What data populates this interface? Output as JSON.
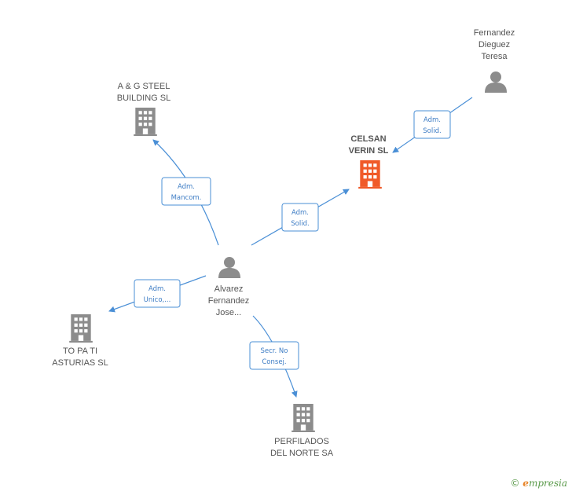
{
  "colors": {
    "node_default": "#8c8c8c",
    "node_focus": "#f05a28",
    "edge": "#4a8fd6",
    "label": "#555555"
  },
  "nodes": [
    {
      "id": "fernandez",
      "type": "person",
      "lines": [
        "Fernandez",
        "Dieguez",
        "Teresa"
      ],
      "icon": "person-icon",
      "focus": false
    },
    {
      "id": "celsan",
      "type": "company",
      "lines": [
        "CELSAN",
        "VERIN SL"
      ],
      "icon": "building-icon",
      "focus": true
    },
    {
      "id": "agsteel",
      "type": "company",
      "lines": [
        "A & G STEEL",
        "BUILDING SL"
      ],
      "icon": "building-icon",
      "focus": false
    },
    {
      "id": "alvarez",
      "type": "person",
      "lines": [
        "Alvarez",
        "Fernandez",
        "Jose..."
      ],
      "icon": "person-icon",
      "focus": false
    },
    {
      "id": "topati",
      "type": "company",
      "lines": [
        "TO PA TI",
        "ASTURIAS SL"
      ],
      "icon": "building-icon",
      "focus": false
    },
    {
      "id": "perfilados",
      "type": "company",
      "lines": [
        "PERFILADOS",
        "DEL NORTE SA"
      ],
      "icon": "building-icon",
      "focus": false
    }
  ],
  "edges": [
    {
      "from": "fernandez",
      "to": "celsan",
      "label": [
        "Adm.",
        "Solid."
      ]
    },
    {
      "from": "alvarez",
      "to": "agsteel",
      "label": [
        "Adm.",
        "Mancom."
      ]
    },
    {
      "from": "alvarez",
      "to": "celsan",
      "label": [
        "Adm.",
        "Solid."
      ]
    },
    {
      "from": "alvarez",
      "to": "topati",
      "label": [
        "Adm.",
        "Unico,..."
      ]
    },
    {
      "from": "alvarez",
      "to": "perfilados",
      "label": [
        "Secr. No",
        "Consej."
      ]
    }
  ],
  "branding": {
    "copyright": "©",
    "name_first": "e",
    "name_rest": "mpresia"
  }
}
